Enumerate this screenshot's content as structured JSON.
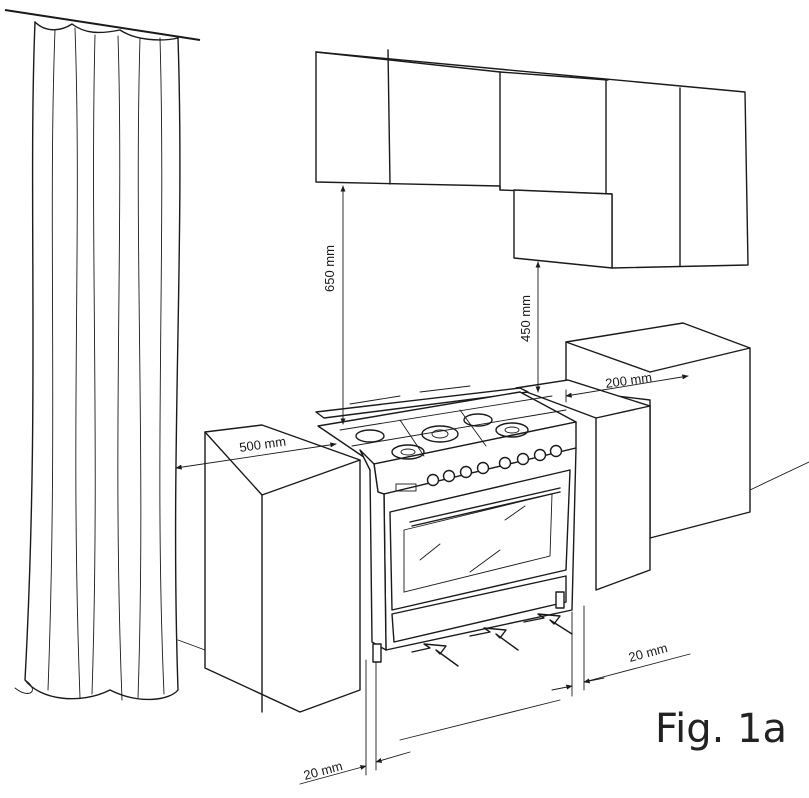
{
  "dimensions": {
    "height_upper_cabinet": "650 mm",
    "height_hood_cabinet": "450 mm",
    "side_wall_gap": "500 mm",
    "side_cabinet_gap": "200 mm",
    "bottom_right_gap": "20 mm",
    "bottom_left_gap": "20 mm"
  },
  "caption": "Fig. 1a"
}
